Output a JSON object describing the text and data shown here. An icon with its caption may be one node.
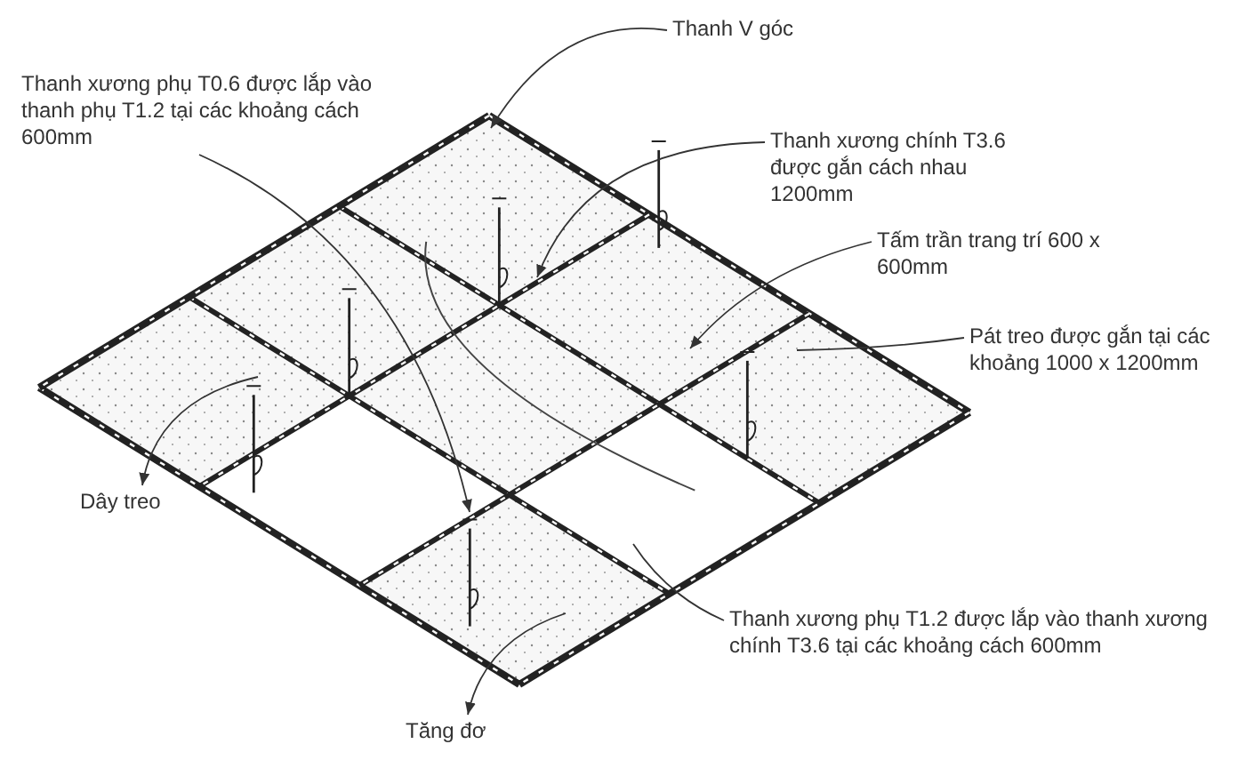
{
  "diagram": {
    "nodes": [
      {
        "text": [
          "Thanh V góc"
        ]
      },
      {
        "text": [
          "Thanh xương phụ T0.6 được lắp vào thanh phụ T1.2 tại các khoảng cách 600mm"
        ]
      },
      {
        "text": [
          "Thanh xương chính T3.6 được gắn cách nhau 1200mm"
        ]
      },
      {
        "text": [
          "Tấm trần trang trí 600 x 600mm"
        ]
      },
      {
        "text": [
          "Pát treo được gắn tại các khoảng 1000 x 1200mm"
        ]
      },
      {
        "text": [
          "Dây treo"
        ]
      },
      {
        "text": [
          "Thanh xương phụ T1.2 được lắp vào thanh xương chính T3.6 tại các khoảng cách 600mm"
        ]
      },
      {
        "text": [
          "Tăng đơ"
        ]
      }
    ],
    "edges": [
      {
        "from": 0,
        "to": null,
        "arrow": "to"
      },
      {
        "from": 1,
        "to": null,
        "arrow": "to"
      },
      {
        "from": 2,
        "to": null,
        "arrow": "to"
      },
      {
        "from": 3,
        "to": null,
        "arrow": "to"
      },
      {
        "from": 4,
        "to": null,
        "arrow": "none"
      },
      {
        "from": null,
        "to": 5,
        "arrow": "to"
      },
      {
        "from": 6,
        "to": null,
        "arrow": "none"
      },
      {
        "from": null,
        "to": 7,
        "arrow": "to"
      }
    ]
  }
}
